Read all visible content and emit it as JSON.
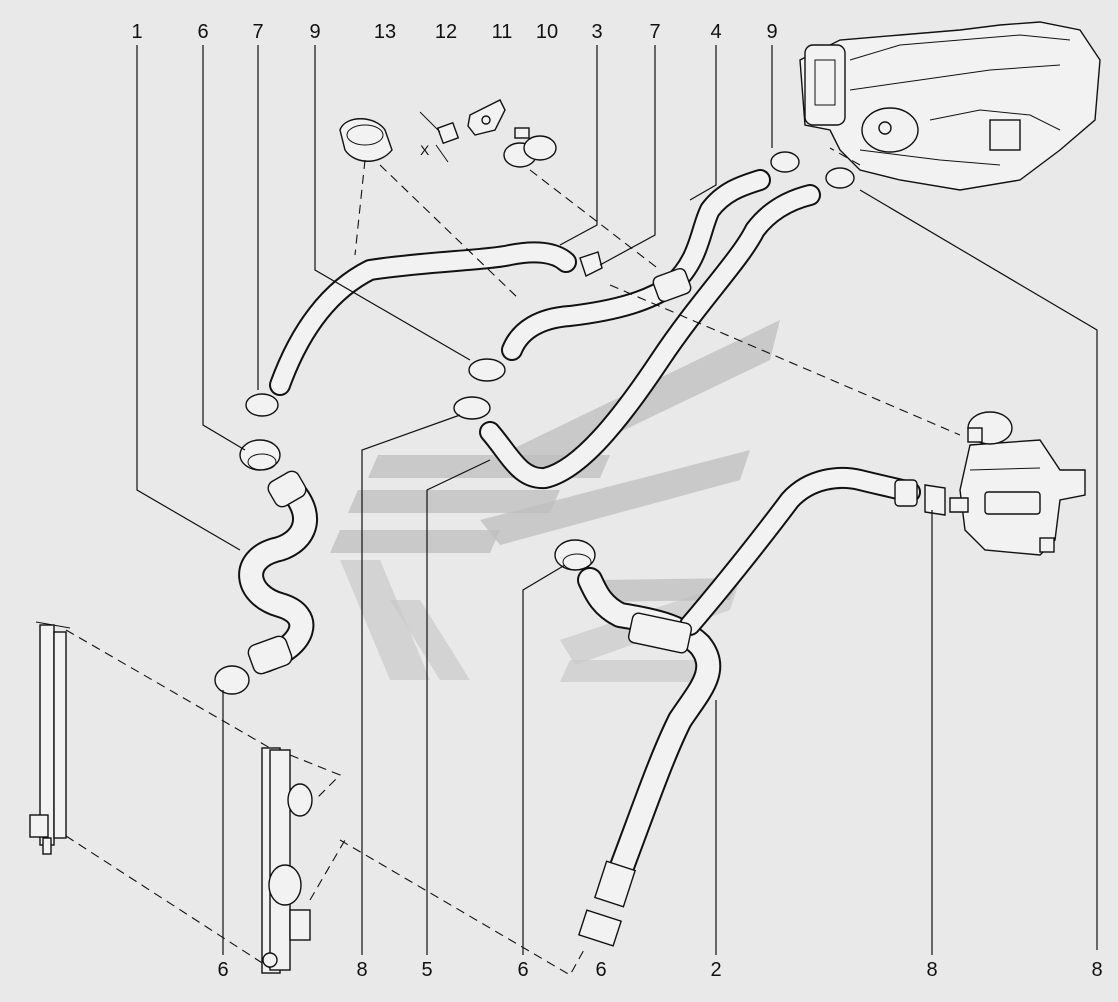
{
  "callouts_top": [
    "1",
    "6",
    "7",
    "9",
    "13",
    "12",
    "11",
    "10",
    "3",
    "7",
    "4",
    "9"
  ],
  "callouts_bottom": [
    "6",
    "8",
    "5",
    "6",
    "6",
    "2",
    "8",
    "8"
  ],
  "mark_x": "X"
}
